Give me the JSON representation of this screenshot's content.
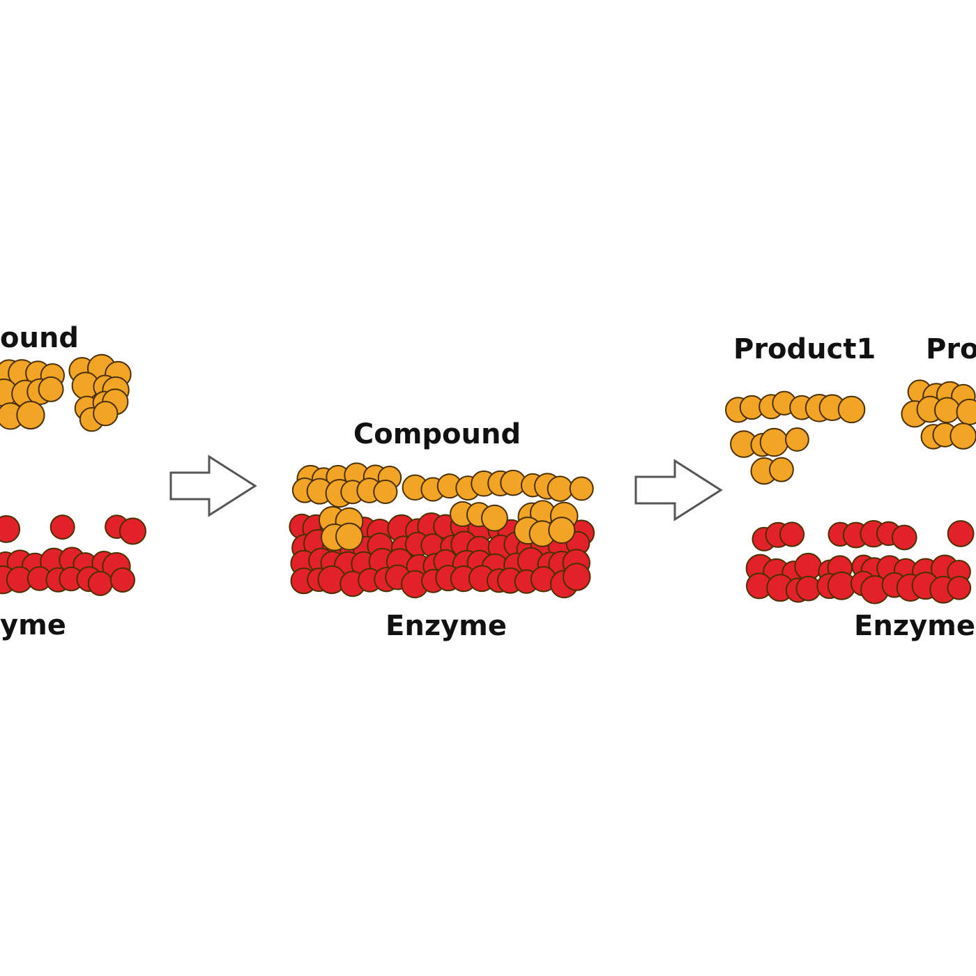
{
  "stages": [
    {
      "name": "substrate-unbound",
      "compound_label": "ound",
      "enzyme_label": "yme"
    },
    {
      "name": "enzyme-substrate-complex",
      "compound_label": "Compound",
      "enzyme_label": "Enzyme"
    },
    {
      "name": "products-released",
      "product1_label": "Product1",
      "product2_label": "Pro",
      "enzyme_label": "Enzyme"
    }
  ],
  "colors": {
    "compound": "#f2a425",
    "enzyme": "#e3212b",
    "outline": "#4a3000",
    "arrow": "#555555"
  },
  "icons": [
    "arrow-right-icon",
    "arrow-right-icon"
  ]
}
